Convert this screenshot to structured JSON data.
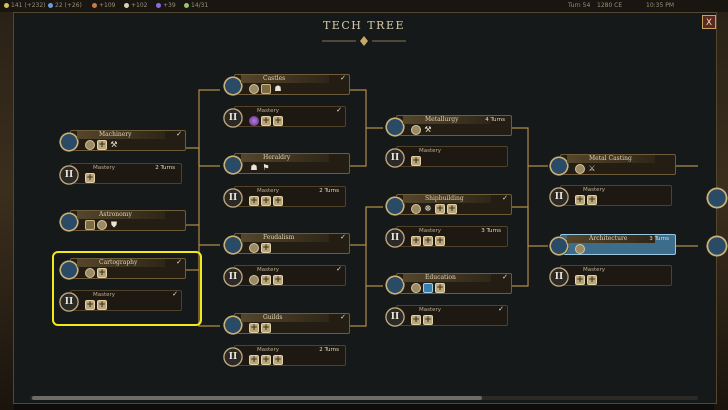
{
  "topbar": {
    "stats": [
      {
        "value": "141 (+232)",
        "color": "#d8c35a"
      },
      {
        "value": "22 (+26)",
        "color": "#6aa0d8"
      },
      {
        "value": "+109",
        "color": "#c77c4a"
      },
      {
        "value": "+102",
        "color": "#d8d0b8"
      },
      {
        "value": "+39",
        "color": "#8c6be0"
      },
      {
        "value": "14/31",
        "color": "#9ac46b"
      }
    ],
    "turn": "Turn 54",
    "year": "1280 CE",
    "time": "10:35 PM"
  },
  "header": {
    "title": "TECH TREE",
    "close_label": "X"
  },
  "techs": {
    "machinery": {
      "name": "Machinery",
      "mastery": "Mastery",
      "mastery_turns": "2 Turns"
    },
    "astronomy": {
      "name": "Astronomy"
    },
    "cartography": {
      "name": "Cartography",
      "mastery": "Mastery"
    },
    "castles": {
      "name": "Castles",
      "mastery": "Mastery"
    },
    "heraldry": {
      "name": "Heraldry",
      "mastery": "Mastery",
      "mastery_turns": "2 Turns"
    },
    "feudalism": {
      "name": "Feudalism",
      "mastery": "Mastery"
    },
    "guilds": {
      "name": "Guilds",
      "mastery": "Mastery",
      "mastery_turns": "2 Turns"
    },
    "metallurgy": {
      "name": "Metallurgy",
      "turns": "4 Turns",
      "mastery": "Mastery"
    },
    "shipbuilding": {
      "name": "Shipbuilding",
      "mastery": "Mastery",
      "mastery_turns": "3 Turns"
    },
    "education": {
      "name": "Education",
      "mastery": "Mastery"
    },
    "metal_casting": {
      "name": "Metal Casting",
      "mastery": "Mastery"
    },
    "architecture": {
      "name": "Architecture",
      "turns": "3 Turns",
      "mastery": "Mastery"
    }
  },
  "roman": "II",
  "check": "✓"
}
